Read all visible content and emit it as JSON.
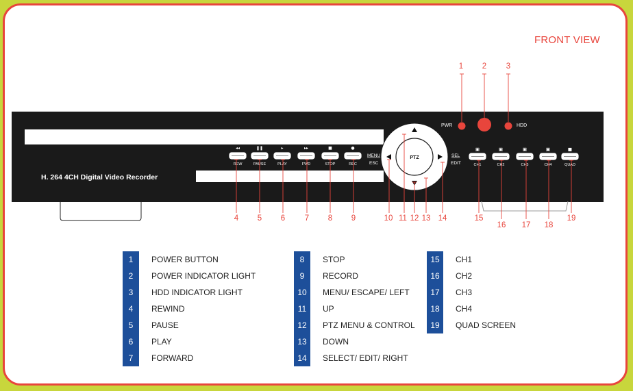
{
  "title": "FRONT VIEW",
  "colors": {
    "accent": "#e8453c",
    "frame_bg": "#c8d63c",
    "legend_blue": "#1d4f9a",
    "device": "#1a1a1a"
  },
  "device": {
    "name_label": "H. 264 4CH Digital Video Recorder",
    "pwr_label": "PWR",
    "hdd_label": "HDD",
    "ptz_label": "PTZ",
    "menu_label": "MENU",
    "esc_label": "ESC",
    "sel_label": "SEL",
    "edit_label": "EDIT",
    "buttons": [
      {
        "label": "REW",
        "icon": "rewind-icon",
        "glyph": "◂◂"
      },
      {
        "label": "PAUSE",
        "icon": "pause-icon",
        "glyph": "❚❚"
      },
      {
        "label": "PLAY",
        "icon": "play-icon",
        "glyph": "▸"
      },
      {
        "label": "FWD",
        "icon": "forward-icon",
        "glyph": "▸▸"
      },
      {
        "label": "STOP",
        "icon": "stop-icon",
        "glyph": "■"
      },
      {
        "label": "REC",
        "icon": "record-icon",
        "glyph": "●"
      }
    ],
    "channel_buttons": [
      {
        "label": "CH1",
        "icon": "channel-1-icon",
        "glyph": "▣"
      },
      {
        "label": "CH2",
        "icon": "channel-2-icon",
        "glyph": "▣"
      },
      {
        "label": "CH3",
        "icon": "channel-3-icon",
        "glyph": "▣"
      },
      {
        "label": "CH4",
        "icon": "channel-4-icon",
        "glyph": "▣"
      },
      {
        "label": "QUAD",
        "icon": "quad-icon",
        "glyph": "■"
      }
    ]
  },
  "callouts": [
    "1",
    "2",
    "3",
    "4",
    "5",
    "6",
    "7",
    "8",
    "9",
    "10",
    "11",
    "12",
    "13",
    "14",
    "15",
    "16",
    "17",
    "18",
    "19"
  ],
  "legend": [
    [
      {
        "num": "1",
        "label": "POWER BUTTON"
      },
      {
        "num": "2",
        "label": "POWER INDICATOR LIGHT"
      },
      {
        "num": "3",
        "label": "HDD INDICATOR LIGHT"
      },
      {
        "num": "4",
        "label": "REWIND"
      },
      {
        "num": "5",
        "label": "PAUSE"
      },
      {
        "num": "6",
        "label": "PLAY"
      },
      {
        "num": "7",
        "label": "FORWARD"
      }
    ],
    [
      {
        "num": "8",
        "label": "STOP"
      },
      {
        "num": "9",
        "label": "RECORD"
      },
      {
        "num": "10",
        "label": "MENU/ ESCAPE/ LEFT"
      },
      {
        "num": "11",
        "label": "UP"
      },
      {
        "num": "12",
        "label": "PTZ MENU & CONTROL"
      },
      {
        "num": "13",
        "label": "DOWN"
      },
      {
        "num": "14",
        "label": "SELECT/ EDIT/ RIGHT"
      }
    ],
    [
      {
        "num": "15",
        "label": "CH1"
      },
      {
        "num": "16",
        "label": "CH2"
      },
      {
        "num": "17",
        "label": "CH3"
      },
      {
        "num": "18",
        "label": "CH4"
      },
      {
        "num": "19",
        "label": "QUAD SCREEN"
      }
    ]
  ]
}
